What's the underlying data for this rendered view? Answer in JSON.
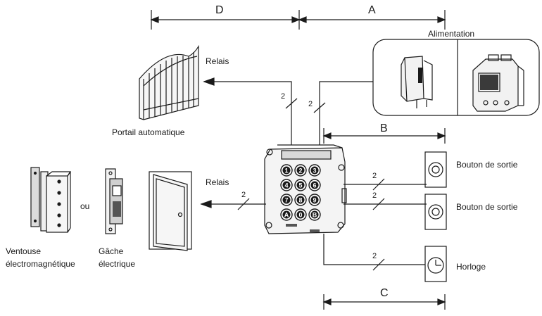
{
  "dimensions": {
    "a": "A",
    "b": "B",
    "c": "C",
    "d": "D"
  },
  "labels": {
    "alimentation": "Alimentation",
    "relais_top": "Relais",
    "relais_mid": "Relais",
    "portail": "Portail automatique",
    "ou": "ou",
    "ventouse_line1": "Ventouse",
    "ventouse_line2": "électromagnétique",
    "gache_line1": "Gâche",
    "gache_line2": "électrique",
    "bouton_sortie_1": "Bouton de sortie",
    "bouton_sortie_2": "Bouton de sortie",
    "horloge": "Horloge"
  },
  "wire_counts": {
    "gate": "2",
    "power": "2",
    "door": "2",
    "button1": "2",
    "button2": "2",
    "clock": "2"
  },
  "keypad": {
    "keys": [
      "1",
      "2",
      "3",
      "4",
      "5",
      "6",
      "7",
      "8",
      "9",
      "A",
      "0",
      "B"
    ]
  }
}
